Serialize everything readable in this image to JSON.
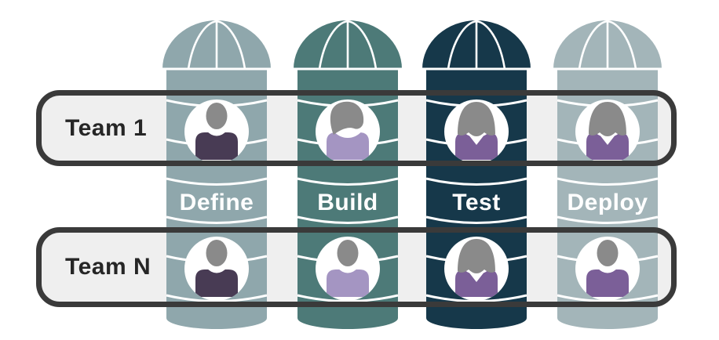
{
  "diagram": {
    "teams": [
      {
        "label": "Team 1"
      },
      {
        "label": "Team N"
      }
    ],
    "stages": [
      {
        "label": "Define",
        "silo_color": "#8FA7AC",
        "avatars": [
          {
            "row": "Team 1",
            "person": "man",
            "shirt": "#483B54"
          },
          {
            "row": "Team N",
            "person": "man",
            "shirt": "#483B54"
          }
        ]
      },
      {
        "label": "Build",
        "silo_color": "#4D7A78",
        "avatars": [
          {
            "row": "Team 1",
            "person": "woman-bob",
            "shirt": "#A495C2"
          },
          {
            "row": "Team N",
            "person": "man",
            "shirt": "#A495C2"
          }
        ]
      },
      {
        "label": "Test",
        "silo_color": "#16384A",
        "avatars": [
          {
            "row": "Team 1",
            "person": "woman",
            "shirt": "#7B5F98"
          },
          {
            "row": "Team N",
            "person": "woman",
            "shirt": "#7B5F98"
          }
        ]
      },
      {
        "label": "Deploy",
        "silo_color": "#A3B5B9",
        "avatars": [
          {
            "row": "Team 1",
            "person": "woman",
            "shirt": "#7B5F98"
          },
          {
            "row": "Team N",
            "person": "man",
            "shirt": "#7B5F98"
          }
        ]
      }
    ],
    "colors": {
      "background": "#FFFFFF",
      "band_fill": "#EFEFEF",
      "band_border": "#3A3A3A",
      "hair": "#8A8A8A",
      "ring_lines": "#FFFFFF",
      "stage_label_text": "#FFFFFF",
      "team_label_text": "#262626"
    }
  }
}
